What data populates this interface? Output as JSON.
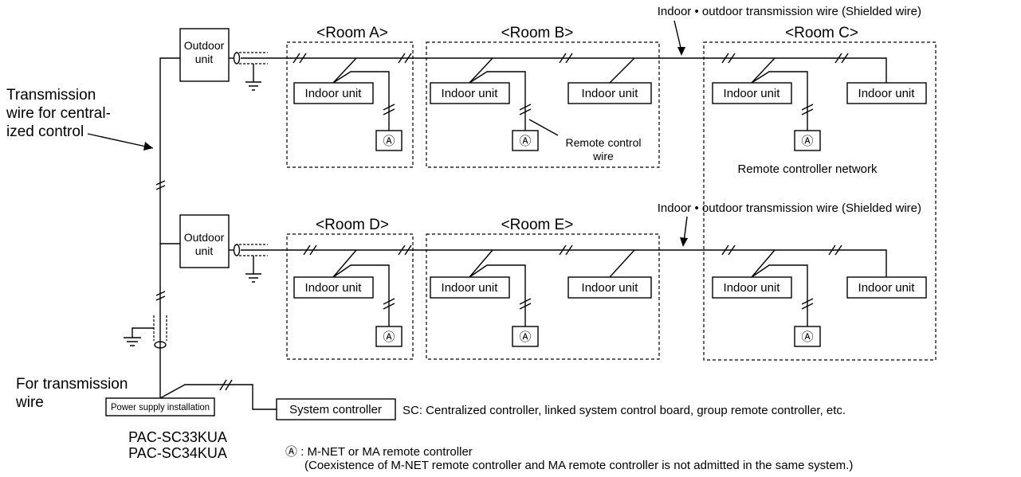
{
  "outdoor_unit_label": [
    "Outdoor",
    "unit"
  ],
  "indoor_unit_label": "Indoor unit",
  "remote_symbol": "Ⓐ",
  "rooms": {
    "a": "<Room A>",
    "b": "<Room B>",
    "c": "<Room C>",
    "d": "<Room D>",
    "e": "<Room E>"
  },
  "labels": {
    "indoor_outdoor_wire": "Indoor • outdoor transmission wire (Shielded wire)",
    "central_wire": [
      "Transmission",
      "wire for central-",
      "ized control"
    ],
    "remote_control_wire": [
      "Remote control",
      "wire"
    ],
    "remote_network": "Remote controller network",
    "for_transmission": [
      "For transmission",
      "wire"
    ],
    "power_supply": "Power supply installation",
    "models": [
      "PAC-SC33KUA",
      "PAC-SC34KUA"
    ],
    "system_controller": "System controller",
    "sc_note": "SC: Centralized controller, linked system control board, group remote controller, etc.",
    "legend_main": "Ⓐ : M-NET or MA remote controller",
    "legend_sub": "(Coexistence of M-NET remote controller and MA remote controller is not admitted in the same system.)"
  }
}
